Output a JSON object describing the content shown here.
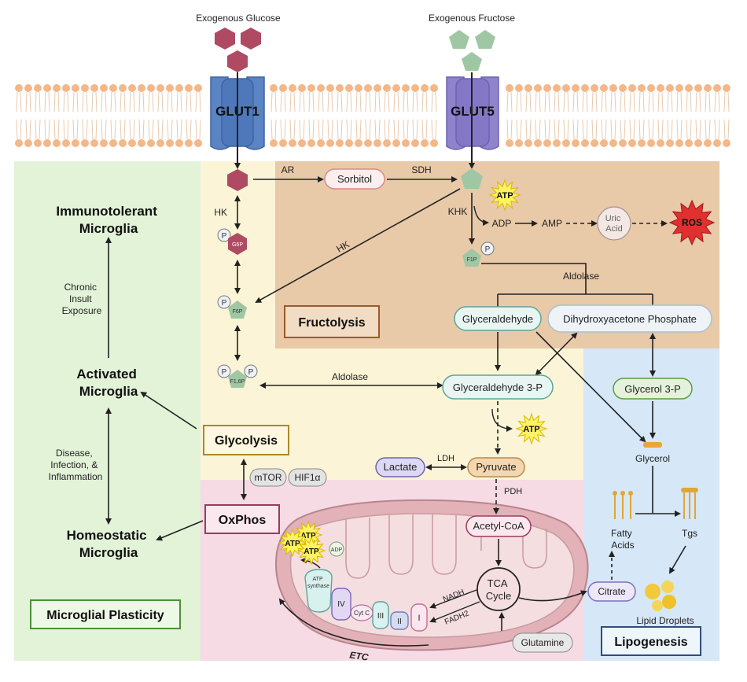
{
  "colors": {
    "glucose": "#b04a62",
    "fructose": "#9fc7a4",
    "glut": "#5b84c4",
    "membrane": "#f2b88a",
    "plasticity_bg": "#e2f3d7",
    "glycolysis_bg": "#fbf4d6",
    "fructolysis_bg": "#e8c9a8",
    "lipogenesis_bg": "#d6e7f7",
    "oxphos_bg": "#f6dbe5",
    "mito_outer": "#e2b2b8",
    "atp": "#fff263",
    "ros": "#e03030"
  },
  "transport": {
    "glucose_label": "Exogenous Glucose",
    "fructose_label": "Exogenous Fructose",
    "glut1": "GLUT1",
    "glut5": "GLUT5"
  },
  "plasticity": {
    "immunotolerant": [
      "Immunotolerant",
      "Microglia"
    ],
    "chronic": [
      "Chronic",
      "Insult",
      "Exposure"
    ],
    "activated": [
      "Activated",
      "Microglia"
    ],
    "disease": [
      "Disease,",
      "Infection, &",
      "Inflammation"
    ],
    "homeostatic": [
      "Homeostatic",
      "Microglia"
    ],
    "title": "Microglial Plasticity"
  },
  "glycolysis": {
    "hk": "HK",
    "g6p": "G6P",
    "f6p": "F6P",
    "f16p": "F1,6P",
    "p": "P",
    "aldolase": "Aldolase",
    "title": "Glycolysis",
    "g3p": "Glyceraldehyde 3-P",
    "atp": "ATP",
    "ldh": "LDH",
    "lactate": "Lactate",
    "pyruvate": "Pyruvate",
    "mtor": "mTOR",
    "hif1a": "HIF1α"
  },
  "fructolysis": {
    "ar": "AR",
    "sorbitol": "Sorbitol",
    "sdh": "SDH",
    "hk": "HK",
    "atp": "ATP",
    "khk": "KHK",
    "adp": "ADP",
    "amp": "AMP",
    "uric": [
      "Uric",
      "Acid"
    ],
    "ros": "ROS",
    "f1p": "F1P",
    "aldolase": "Aldolase",
    "glyceraldehyde": "Glyceraldehyde",
    "dhap": "Dihydroxyacetone Phosphate",
    "title": "Fructolysis"
  },
  "lipogenesis": {
    "glycerol3p": "Glycerol 3-P",
    "glycerol": "Glycerol",
    "fatty": [
      "Fatty",
      "Acids"
    ],
    "tgs": "Tgs",
    "lipid": "Lipid Droplets",
    "citrate": "Citrate",
    "title": "Lipogenesis"
  },
  "oxphos": {
    "title": "OxPhos",
    "pdh": "PDH",
    "acetyl": "Acetyl-CoA",
    "tca": [
      "TCA",
      "Cycle"
    ],
    "nadh": "NADH",
    "fadh2": "FADH2",
    "glutamine": "Glutamine",
    "atp": "ATP",
    "adp": "ADP",
    "synthase": [
      "ATP",
      "synthase"
    ],
    "iv": "IV",
    "cytc": "Cyt C",
    "iii": "III",
    "ii": "II",
    "i": "I",
    "etc": "ETC"
  }
}
